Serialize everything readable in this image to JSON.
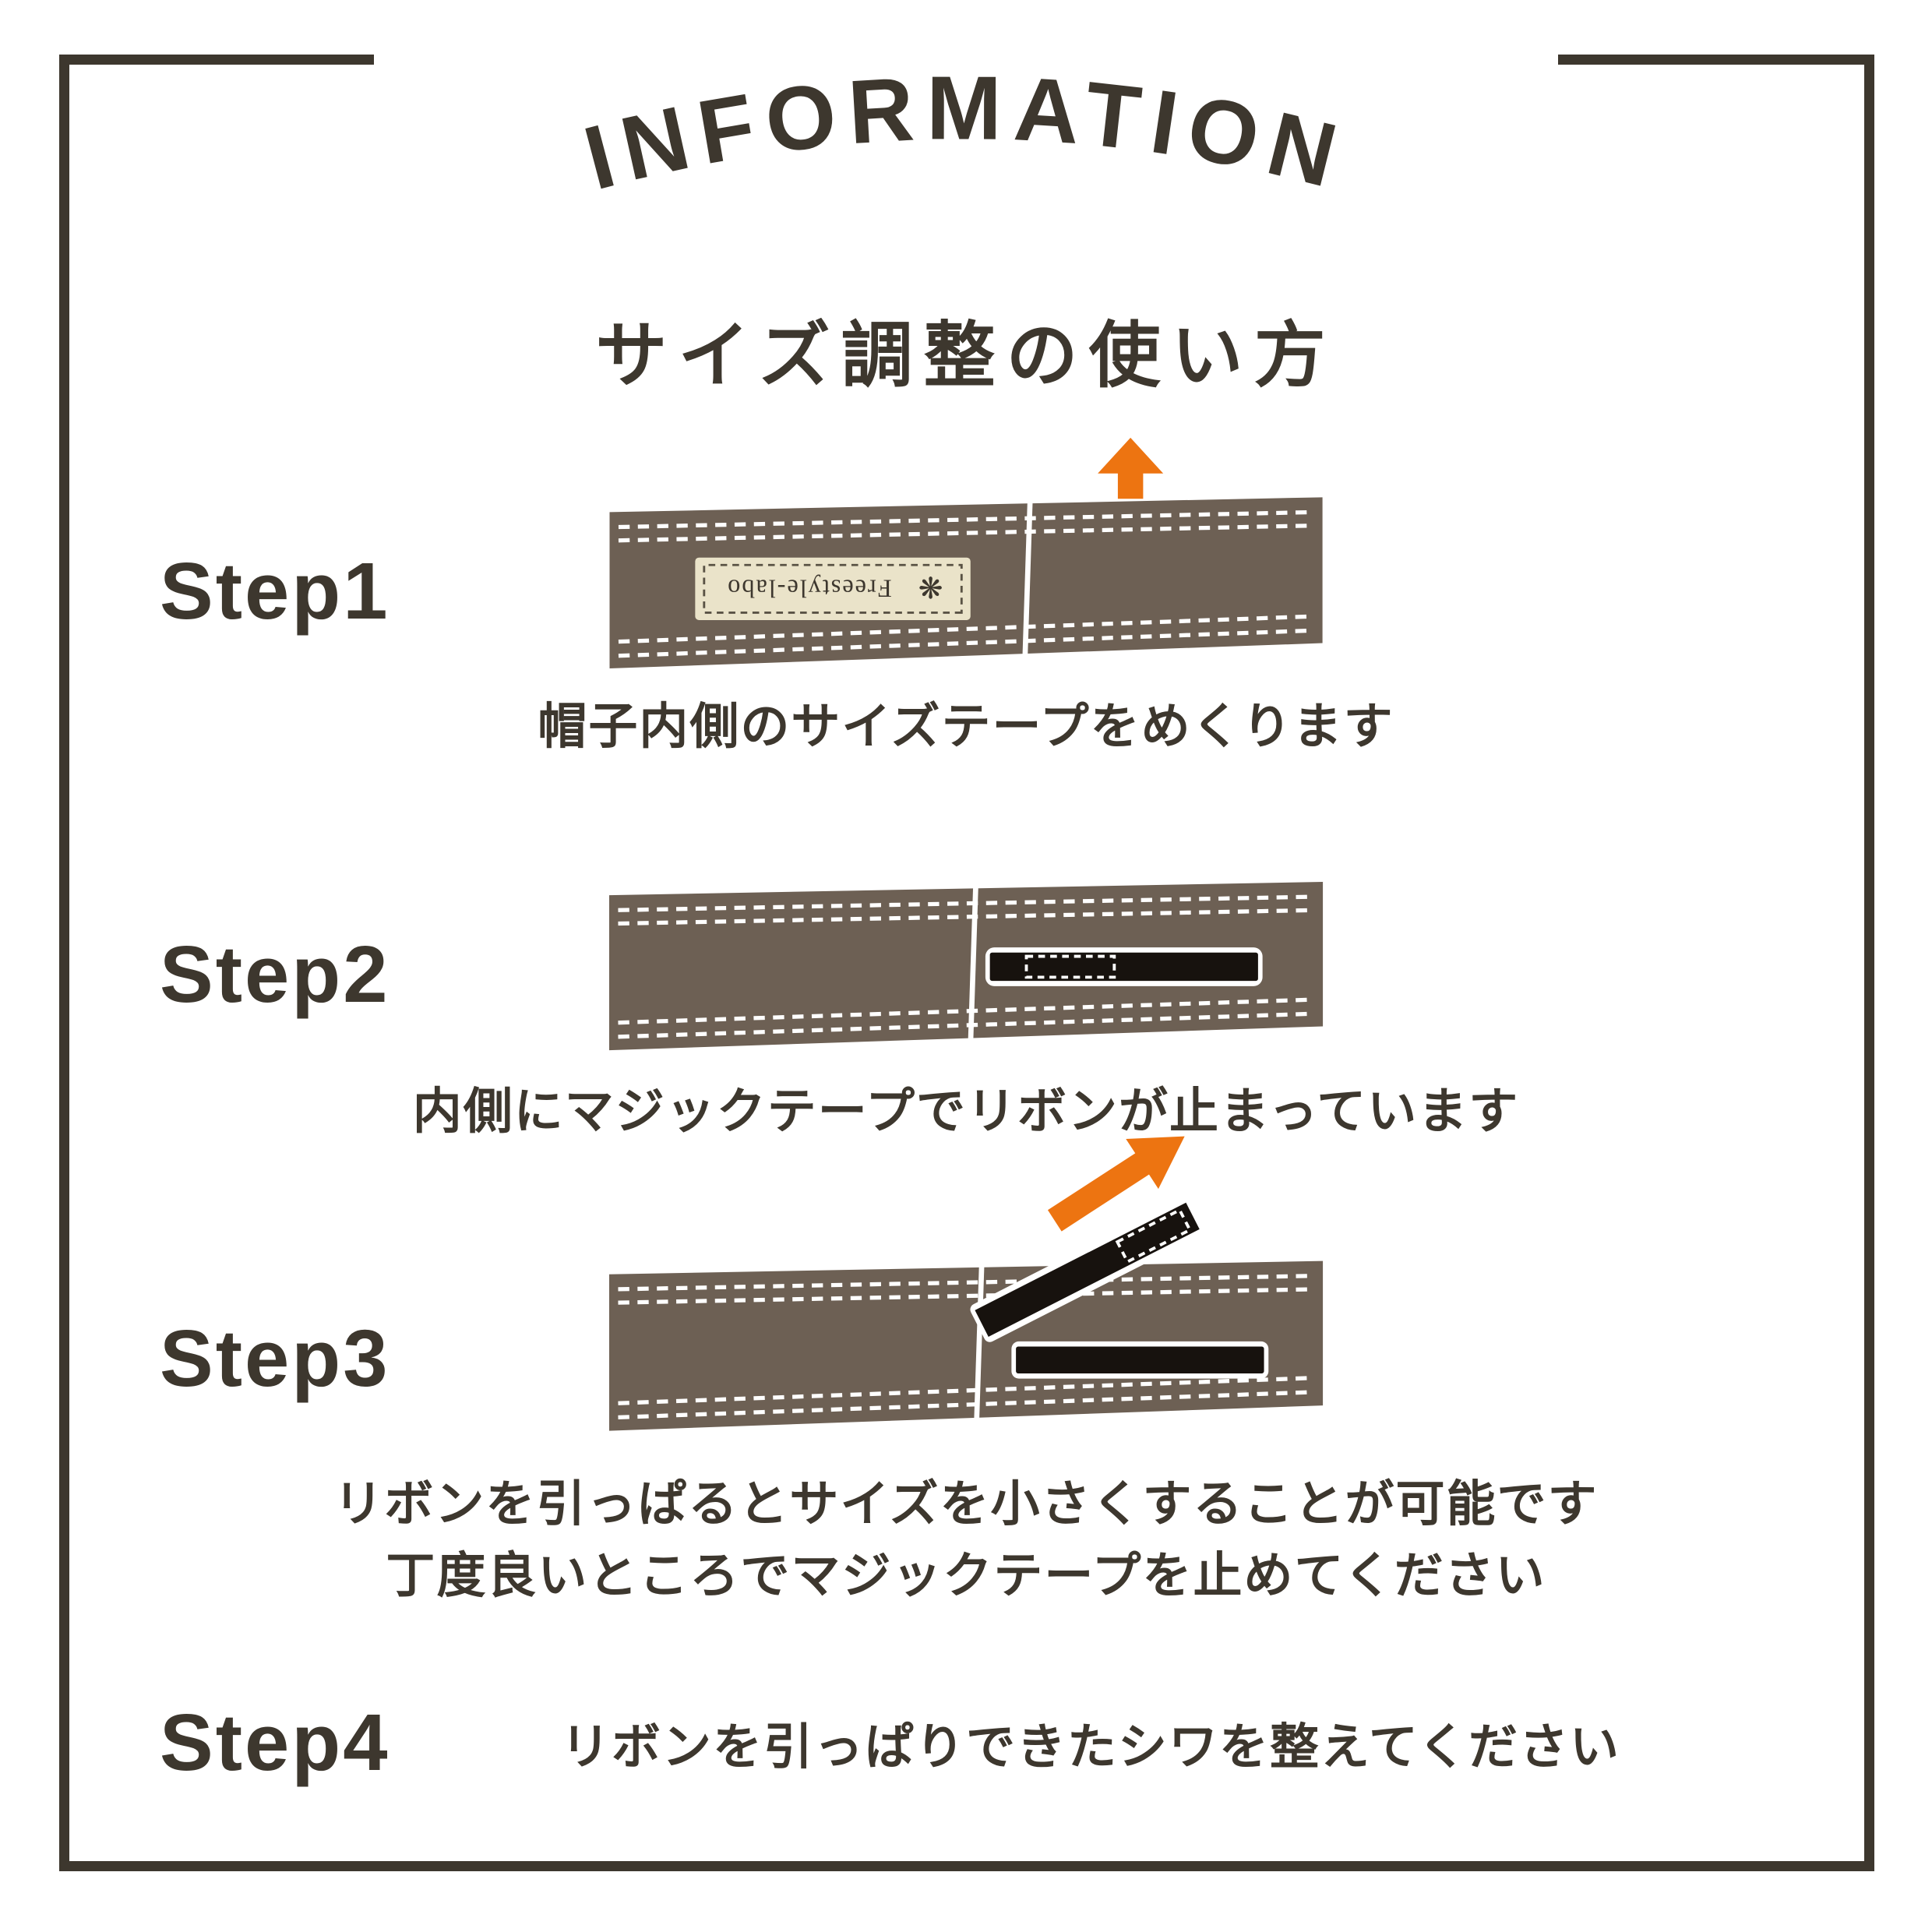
{
  "header": {
    "arc_title": "INFORMATION",
    "subtitle": "サイズ調整の使い方"
  },
  "steps": {
    "step1": {
      "label": "Step1",
      "caption": "帽子内側のサイズテープをめくります"
    },
    "step2": {
      "label": "Step2",
      "caption": "内側にマジックテープでリボンが止まっています"
    },
    "step3": {
      "label": "Step3",
      "caption_line1": "リボンを引っぱるとサイズを小さくすることが可能です",
      "caption_line2": "丁度良いところでマジックテープを止めてください"
    },
    "step4": {
      "label": "Step4",
      "caption": "リボンを引っぱりできたシワを整えてください"
    }
  },
  "illustrations": {
    "hat_label": "Freestyle-labo",
    "flower_icon": "❋"
  },
  "colors": {
    "ink": "#3d372e",
    "band_brown": "#6d6054",
    "label_beige": "#eae3c9",
    "arrow_orange": "#ed7411",
    "ribbon_black": "#17120e",
    "stitch_white": "#ffffff"
  }
}
